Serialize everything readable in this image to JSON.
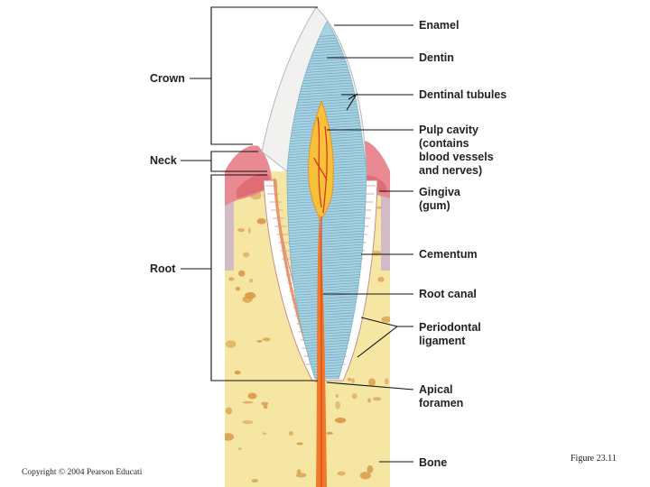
{
  "labels": {
    "enamel": "Enamel",
    "dentin": "Dentin",
    "dentinal_tubules": "Dentinal tubules",
    "pulp_cavity": "Pulp cavity\n(contains\nblood vessels\nand nerves)",
    "gingiva": "Gingiva\n(gum)",
    "cementum": "Cementum",
    "root_canal": "Root canal",
    "periodontal_ligament": "Periodontal\nligament",
    "apical_foramen": "Apical\nforamen",
    "bone": "Bone",
    "crown": "Crown",
    "neck": "Neck",
    "root": "Root"
  },
  "figure_caption": "Figure 23.11",
  "copyright": "Copyright © 2004 Pearson Educati",
  "colors": {
    "enamel": "#f1f1ef",
    "dentin": "#a8d2e2",
    "tubule_lines": "#6fa8bf",
    "pulp": "#f7c23a",
    "vessels": "#d8361f",
    "root_canal": "#f07a2a",
    "gingiva": "#e98a92",
    "gingiva_dark": "#d9535b",
    "bone": "#f6e6a3",
    "bone_spots": "#d99a4a",
    "bone_edge": "#c9b0cf",
    "ligament": "#ffffff",
    "cementum": "#e8956a"
  }
}
